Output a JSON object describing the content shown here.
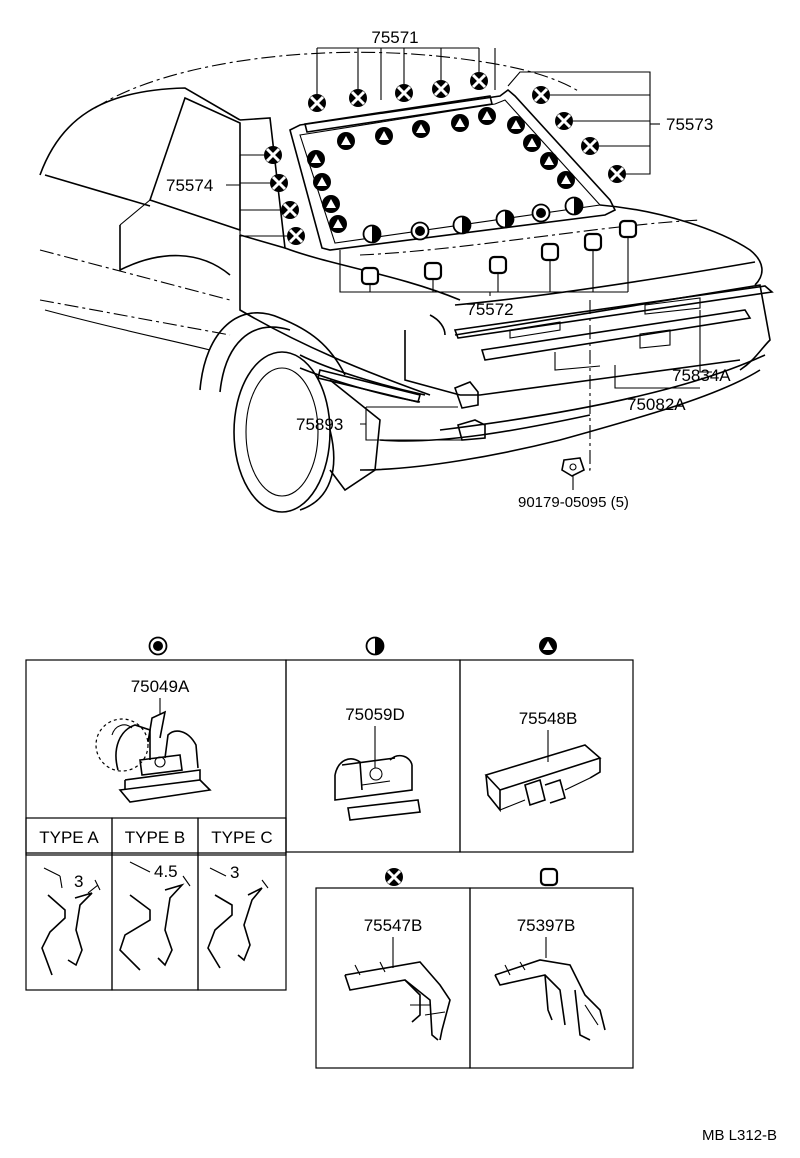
{
  "drawing_code": "MB L312-B",
  "callouts": {
    "p75571": "75571",
    "p75573": "75573",
    "p75574": "75574",
    "p75572": "75572",
    "p75834A": "75834A",
    "p75082A": "75082A",
    "p75893": "75893",
    "p90179": "90179-05095 (5)"
  },
  "panels": {
    "clip_a": {
      "part": "75049A",
      "symbol": "dot-in-circle-icon"
    },
    "clip_b": {
      "part": "75059D",
      "symbol": "half-circle-icon"
    },
    "clip_c": {
      "part": "75548B",
      "symbol": "triangle-in-circle-icon"
    },
    "clip_d": {
      "part": "75547B",
      "symbol": "x-in-circle-icon"
    },
    "clip_e": {
      "part": "75397B",
      "symbol": "square-in-circle-icon"
    }
  },
  "types": [
    {
      "label": "TYPE A",
      "dimension": "3"
    },
    {
      "label": "TYPE B",
      "dimension": "4.5"
    },
    {
      "label": "TYPE C",
      "dimension": "3"
    }
  ]
}
